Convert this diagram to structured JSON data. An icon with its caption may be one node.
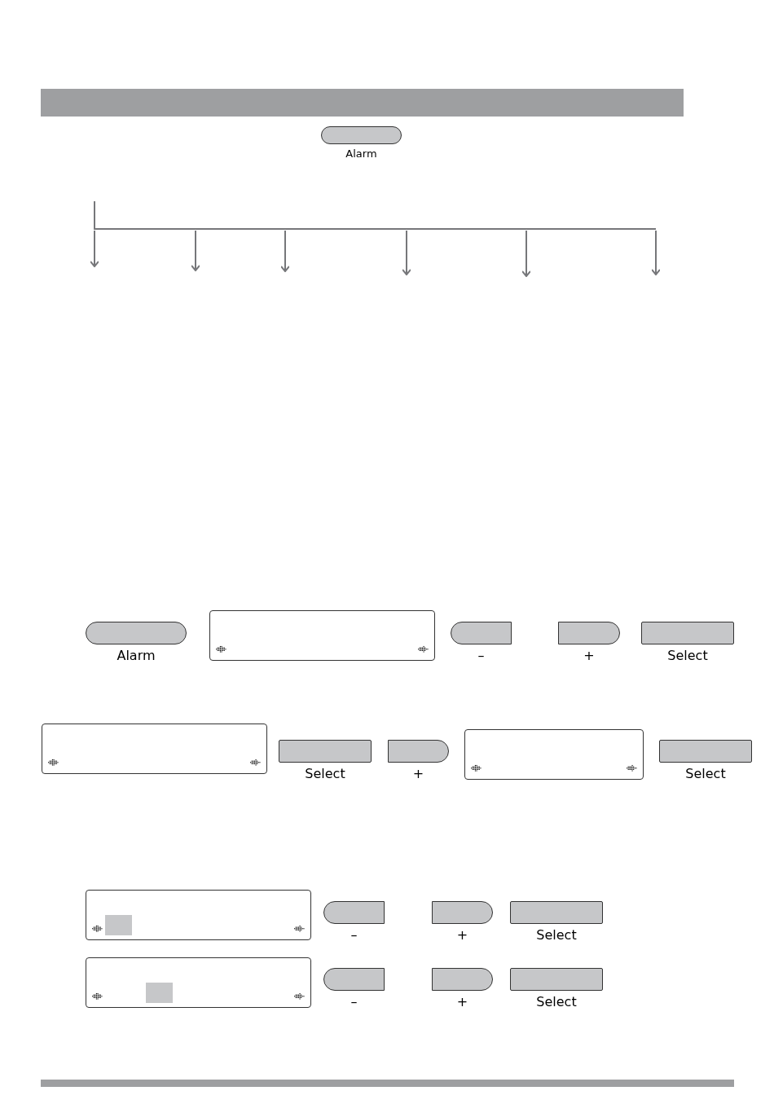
{
  "diagram": {
    "nodes": [
      {
        "text": [
          "Alarm"
        ]
      },
      {
        "text": [
          "Alarm"
        ]
      },
      {
        "text": [],
        "shape": "box"
      },
      {
        "text": [
          "–"
        ]
      },
      {
        "text": [
          "+"
        ]
      },
      {
        "text": [
          "Select"
        ]
      },
      {
        "text": [],
        "shape": "box"
      },
      {
        "text": [
          "Select"
        ]
      },
      {
        "text": [
          "+"
        ]
      },
      {
        "text": [],
        "shape": "box"
      },
      {
        "text": [
          "Select"
        ]
      },
      {
        "text": [],
        "shape": "box"
      },
      {
        "text": [
          "–"
        ]
      },
      {
        "text": [
          "+"
        ]
      },
      {
        "text": [
          "Select"
        ]
      },
      {
        "text": [],
        "shape": "box"
      },
      {
        "text": [
          "–"
        ]
      },
      {
        "text": [
          "+"
        ]
      },
      {
        "text": [
          "Select"
        ]
      }
    ]
  }
}
